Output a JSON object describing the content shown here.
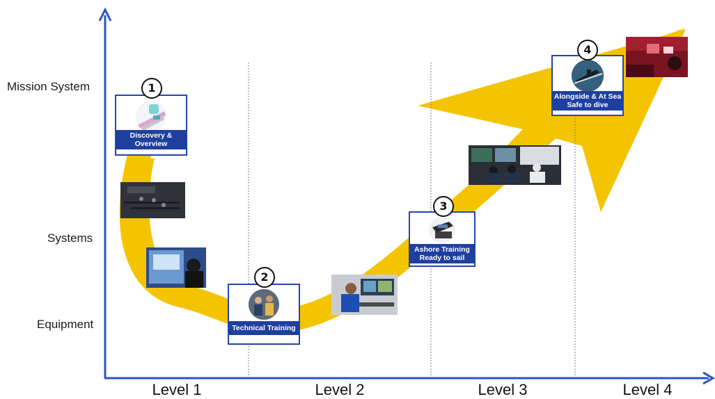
{
  "y_axis": {
    "labels": [
      "Mission System",
      "Systems",
      "Equipment"
    ]
  },
  "x_axis": {
    "labels": [
      "Level 1",
      "Level 2",
      "Level 3",
      "Level 4"
    ]
  },
  "stages": [
    {
      "number": "1",
      "title_line1": "Discovery &",
      "title_line2": "Overview",
      "image": "submarine-model-icon"
    },
    {
      "number": "2",
      "title_line1": "Technical Training",
      "title_line2": "",
      "image": "trainees-photo"
    },
    {
      "number": "3",
      "title_line1": "Ashore Training",
      "title_line2": "Ready to sail",
      "image": "control-console-icon"
    },
    {
      "number": "4",
      "title_line1": "Alongside & At Sea",
      "title_line2": "Safe to dive",
      "image": "submarine-at-sea-photo"
    }
  ],
  "colors": {
    "axis": "#2a54c4",
    "arrow": "#f5c400",
    "card_border": "#2446a8",
    "banner": "#1f3f9e",
    "divider": "#6f7f99"
  },
  "photos": [
    "classroom-photo",
    "vr-training-photo",
    "operator-console-photo",
    "control-room-photo",
    "submarine-interior-photo"
  ]
}
